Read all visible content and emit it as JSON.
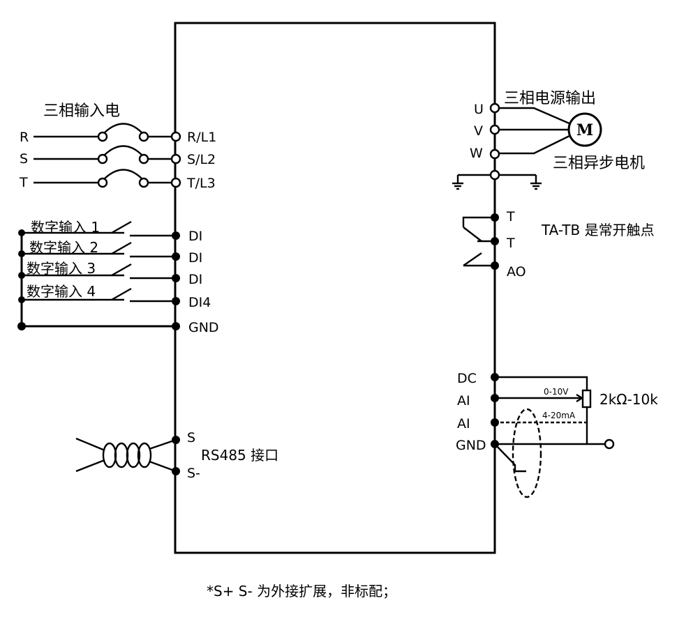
{
  "input_power": {
    "title": "三相输入电",
    "phases": [
      "R",
      "S",
      "T"
    ],
    "terminals": [
      "R/L1",
      "S/L2",
      "T/L3"
    ]
  },
  "digital_inputs": {
    "switch_labels": [
      "数字输入 1",
      "数字输入 2",
      "数字输入 3",
      "数字输入 4"
    ],
    "terminals": [
      "DI",
      "DI",
      "DI",
      "DI4"
    ],
    "common": "GND"
  },
  "output_power": {
    "title": "三相电源输出",
    "terminals": [
      "U",
      "V",
      "W"
    ],
    "motor_symbol": "M",
    "motor_label": "三相异步电机"
  },
  "relay": {
    "terminals": [
      "T",
      "T",
      "AO"
    ],
    "note": "TA-TB 是常开触点"
  },
  "analog": {
    "terminals": [
      "DC",
      "AI",
      "AI",
      "GND"
    ],
    "voltage_range": "0-10V",
    "current_range": "4-20mA",
    "resistor": "2kΩ-10k"
  },
  "rs485": {
    "terminals": [
      "S",
      "S-"
    ],
    "label": "RS485 接口"
  },
  "footnote": "*S+ S-  为外接扩展，非标配；"
}
